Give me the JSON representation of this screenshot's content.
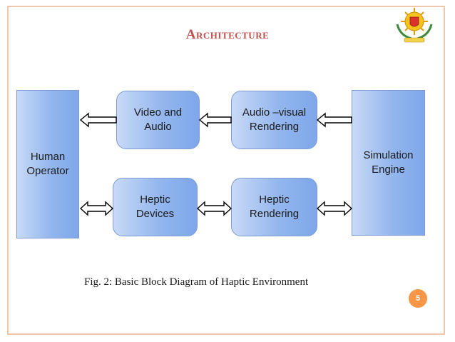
{
  "slide": {
    "title": "Architecture",
    "caption": "Fig. 2: Basic Block Diagram of Haptic Environment",
    "page_number": "5"
  },
  "blocks": {
    "human_operator": "Human\nOperator",
    "simulation_engine": "Simulation\nEngine",
    "video_audio": "Video and\nAudio",
    "av_rendering": "Audio –visual\nRendering",
    "heptic_devices": "Heptic\nDevices",
    "heptic_rendering": "Heptic\nRendering"
  },
  "colors": {
    "title": "#c0504d",
    "block_fill": "#93b6ee",
    "page_badge": "#f79646",
    "frame_border": "#f2c6a8"
  },
  "icons": {
    "logo": "institution-crest-icon"
  }
}
